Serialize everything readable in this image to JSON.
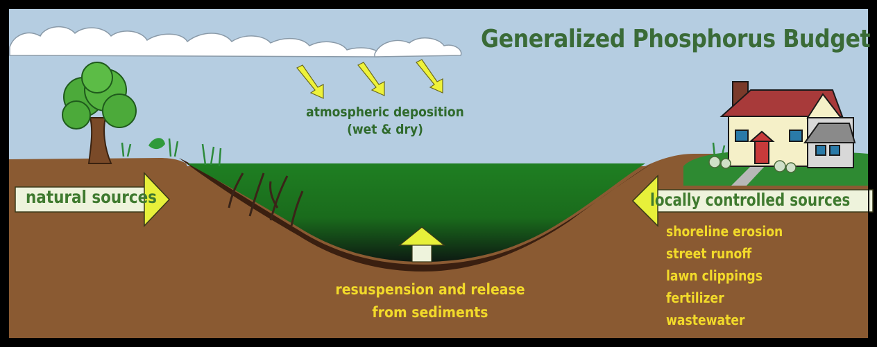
{
  "title": "Generalized Phosphorus Budget",
  "atmospheric": {
    "line1": "atmospheric deposition",
    "line2": "(wet & dry)"
  },
  "natural_sources": "natural sources",
  "locally_controlled_sources": "locally controlled sources",
  "local_source_items": [
    "shoreline erosion",
    "street runoff",
    "lawn clippings",
    "fertilizer",
    "wastewater"
  ],
  "resuspension": {
    "line1": "resuspension and release",
    "line2": "from sediments"
  },
  "colors": {
    "sky": "#b5cde1",
    "water": "#1e7a1f",
    "soil": "#8a5a32",
    "sediment": "#3a1f10",
    "title_green": "#3a6b37",
    "label_yellow": "#f2da2a",
    "arrow_yellow": "#eef23a"
  }
}
